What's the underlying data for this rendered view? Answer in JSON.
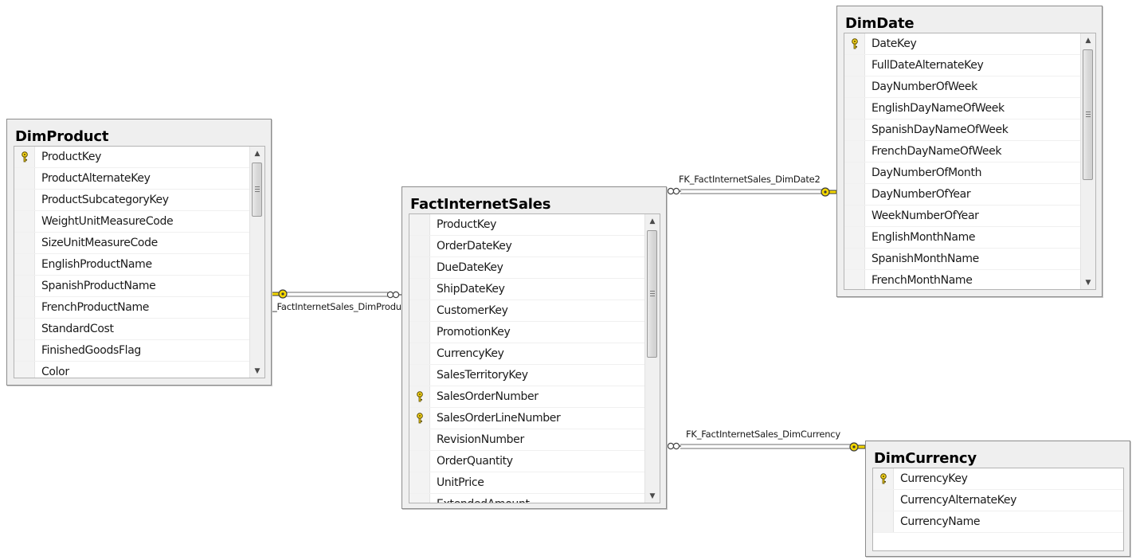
{
  "tables": {
    "dim_product": {
      "title": "DimProduct",
      "columns": [
        {
          "name": "ProductKey",
          "pk": true
        },
        {
          "name": "ProductAlternateKey",
          "pk": false
        },
        {
          "name": "ProductSubcategoryKey",
          "pk": false
        },
        {
          "name": "WeightUnitMeasureCode",
          "pk": false
        },
        {
          "name": "SizeUnitMeasureCode",
          "pk": false
        },
        {
          "name": "EnglishProductName",
          "pk": false
        },
        {
          "name": "SpanishProductName",
          "pk": false
        },
        {
          "name": "FrenchProductName",
          "pk": false
        },
        {
          "name": "StandardCost",
          "pk": false
        },
        {
          "name": "FinishedGoodsFlag",
          "pk": false
        },
        {
          "name": "Color",
          "pk": false
        }
      ]
    },
    "fact_internet_sales": {
      "title": "FactInternetSales",
      "columns": [
        {
          "name": "ProductKey",
          "pk": false
        },
        {
          "name": "OrderDateKey",
          "pk": false
        },
        {
          "name": "DueDateKey",
          "pk": false
        },
        {
          "name": "ShipDateKey",
          "pk": false
        },
        {
          "name": "CustomerKey",
          "pk": false
        },
        {
          "name": "PromotionKey",
          "pk": false
        },
        {
          "name": "CurrencyKey",
          "pk": false
        },
        {
          "name": "SalesTerritoryKey",
          "pk": false
        },
        {
          "name": "SalesOrderNumber",
          "pk": true
        },
        {
          "name": "SalesOrderLineNumber",
          "pk": true
        },
        {
          "name": "RevisionNumber",
          "pk": false
        },
        {
          "name": "OrderQuantity",
          "pk": false
        },
        {
          "name": "UnitPrice",
          "pk": false
        },
        {
          "name": "ExtendedAmount",
          "pk": false
        }
      ]
    },
    "dim_date": {
      "title": "DimDate",
      "columns": [
        {
          "name": "DateKey",
          "pk": true
        },
        {
          "name": "FullDateAlternateKey",
          "pk": false
        },
        {
          "name": "DayNumberOfWeek",
          "pk": false
        },
        {
          "name": "EnglishDayNameOfWeek",
          "pk": false
        },
        {
          "name": "SpanishDayNameOfWeek",
          "pk": false
        },
        {
          "name": "FrenchDayNameOfWeek",
          "pk": false
        },
        {
          "name": "DayNumberOfMonth",
          "pk": false
        },
        {
          "name": "DayNumberOfYear",
          "pk": false
        },
        {
          "name": "WeekNumberOfYear",
          "pk": false
        },
        {
          "name": "EnglishMonthName",
          "pk": false
        },
        {
          "name": "SpanishMonthName",
          "pk": false
        },
        {
          "name": "FrenchMonthName",
          "pk": false
        }
      ]
    },
    "dim_currency": {
      "title": "DimCurrency",
      "columns": [
        {
          "name": "CurrencyKey",
          "pk": true
        },
        {
          "name": "CurrencyAlternateKey",
          "pk": false
        },
        {
          "name": "CurrencyName",
          "pk": false
        }
      ]
    }
  },
  "relationships": {
    "product": {
      "label": "_FactInternetSales_DimProdu"
    },
    "date": {
      "label": "FK_FactInternetSales_DimDate2"
    },
    "currency": {
      "label": "FK_FactInternetSales_DimCurrency"
    }
  },
  "colors": {
    "key_icon": "#f2d21a",
    "connector": "#6e6e6e",
    "key_endpoint": "#f5d800"
  },
  "icons": {
    "primary_key": "key-icon",
    "many_end": "infinity-icon",
    "one_end": "key-icon"
  }
}
